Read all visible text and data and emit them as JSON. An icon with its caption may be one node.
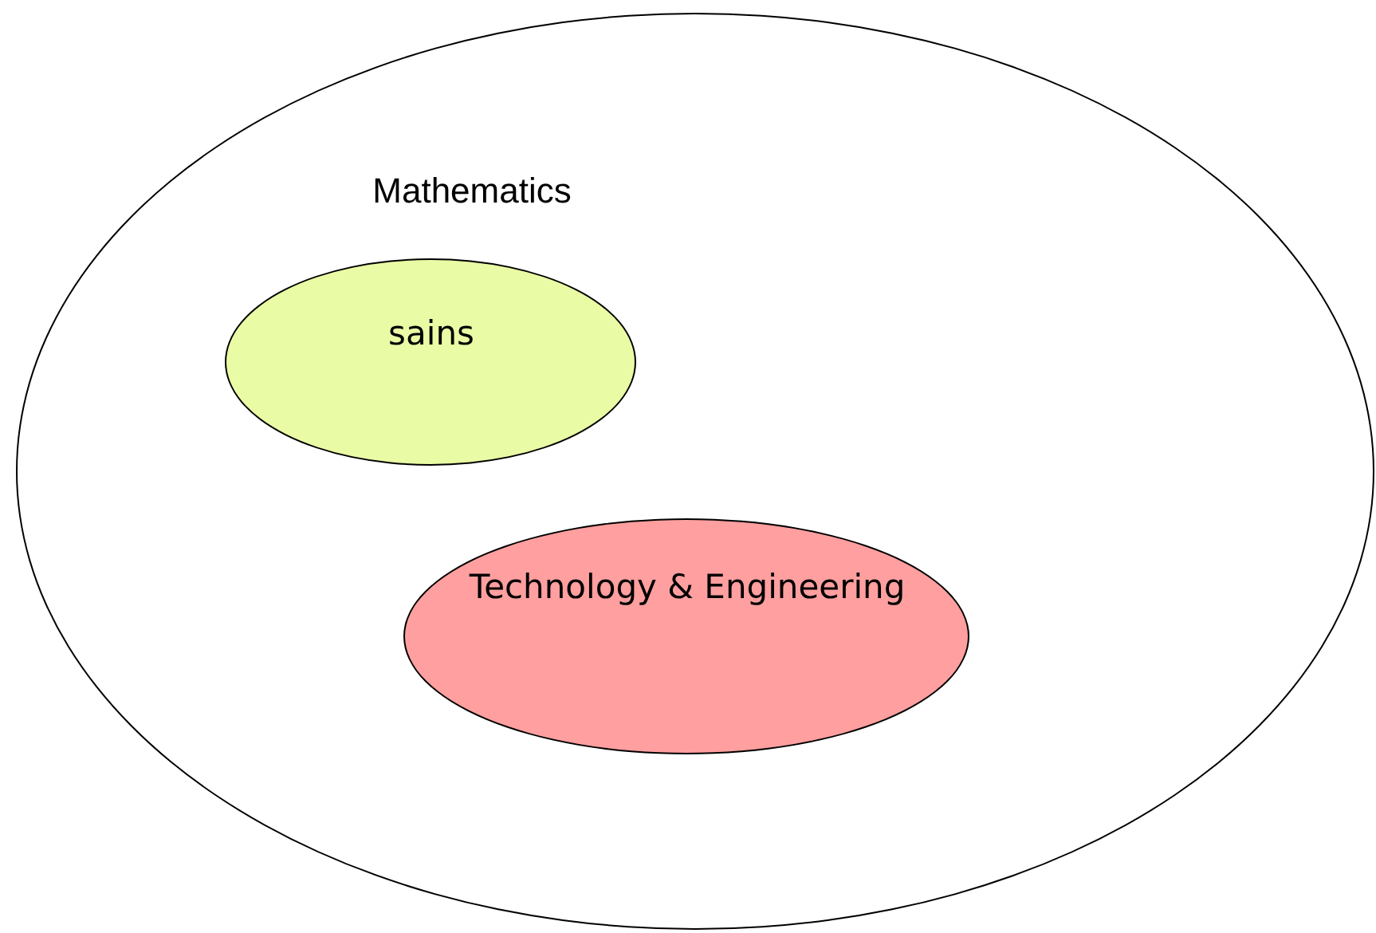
{
  "diagram": {
    "nodes": [
      {
        "text": [
          "Mathematics"
        ]
      },
      {
        "text": [
          "sains"
        ],
        "in": 0
      },
      {
        "text": [
          "Technology & Engineering"
        ],
        "in": 0
      }
    ]
  }
}
